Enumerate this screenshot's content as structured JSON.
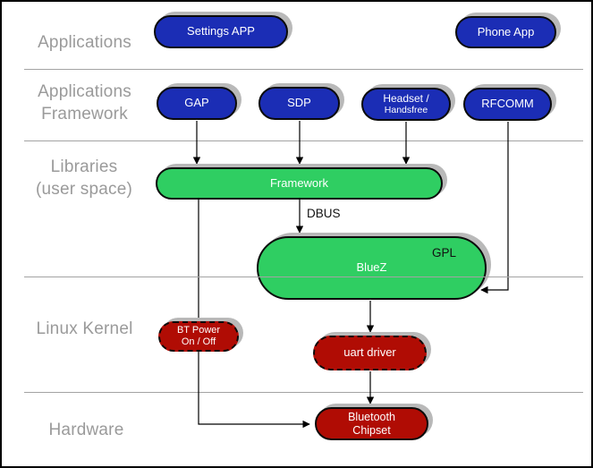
{
  "colors": {
    "app_blue": "#1b2db5",
    "lib_green": "#2fce62",
    "kernel_red": "#b00c04",
    "shadow_gray": "#b9b9b9",
    "label_gray": "#9a9a9a",
    "divider_gray": "#a3a3a3"
  },
  "layers": [
    {
      "id": "applications",
      "lines": [
        "Applications"
      ]
    },
    {
      "id": "applications-framework",
      "lines": [
        "Applications",
        "Framework"
      ]
    },
    {
      "id": "libraries-user-space",
      "lines": [
        "Libraries",
        "(user space)"
      ]
    },
    {
      "id": "linux-kernel",
      "lines": [
        "Linux Kernel"
      ]
    },
    {
      "id": "hardware",
      "lines": [
        "Hardware"
      ]
    }
  ],
  "nodes": {
    "settings_app": {
      "label": "Settings APP"
    },
    "phone_app": {
      "label": "Phone App"
    },
    "gap": {
      "label": "GAP"
    },
    "sdp": {
      "label": "SDP"
    },
    "headset": {
      "line1": "Headset /",
      "line2": "Handsfree"
    },
    "rfcomm": {
      "label": "RFCOMM"
    },
    "framework": {
      "label": "Framework"
    },
    "bluez": {
      "label": "BlueZ",
      "badge": "GPL"
    },
    "bt_power": {
      "line1": "BT Power",
      "line2": "On / Off"
    },
    "uart_driver": {
      "label": "uart driver"
    },
    "bt_chipset": {
      "line1": "Bluetooth",
      "line2": "Chipset"
    }
  },
  "edges": {
    "dbus_label": "DBUS"
  }
}
